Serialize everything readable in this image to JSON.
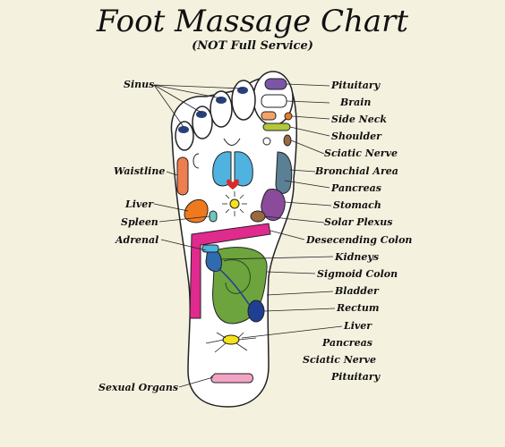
{
  "title": "Foot Massage Chart",
  "subtitle": "(NOT Full Service)",
  "labels_left": [
    "Sinus",
    "Waistline",
    "Liver",
    "Spleen",
    "Adrenal",
    "Sexual Organs"
  ],
  "labels_right": [
    "Pituitary",
    "Brain",
    "Side Neck",
    "Shoulder",
    "Sciatic Nerve",
    "Bronchial Area",
    "Pancreas",
    "Stomach",
    "Solar Plexus",
    "Desecending Colon",
    "Kidneys",
    "Sigmoid Colon",
    "Bladder",
    "Rectum",
    "Liver",
    "Pancreas",
    "Sciatic Nerve",
    "Pituitary"
  ],
  "colors": {
    "background": "#f5f1df",
    "sinus": "#27407a",
    "pituitary": "#7b55a6",
    "side_neck": "#f2a36a",
    "shoulder": "#b4c63a",
    "lungs": "#4fb2df",
    "bronchial": "#5b7f94",
    "waistline": "#ee7e4d",
    "liver": "#ef7a1e",
    "spleen": "#6ec7bd",
    "stomach": "#8a4c9a",
    "solar_plexus": "#f5e21a",
    "pancreas": "#9a6a3e",
    "colon": "#e12a8d",
    "kidney": "#2f6bb0",
    "intestine": "#6ea43d",
    "bladder": "#1f3f93",
    "sexual": "#f3a3c4",
    "heart": "#d72a2a"
  }
}
